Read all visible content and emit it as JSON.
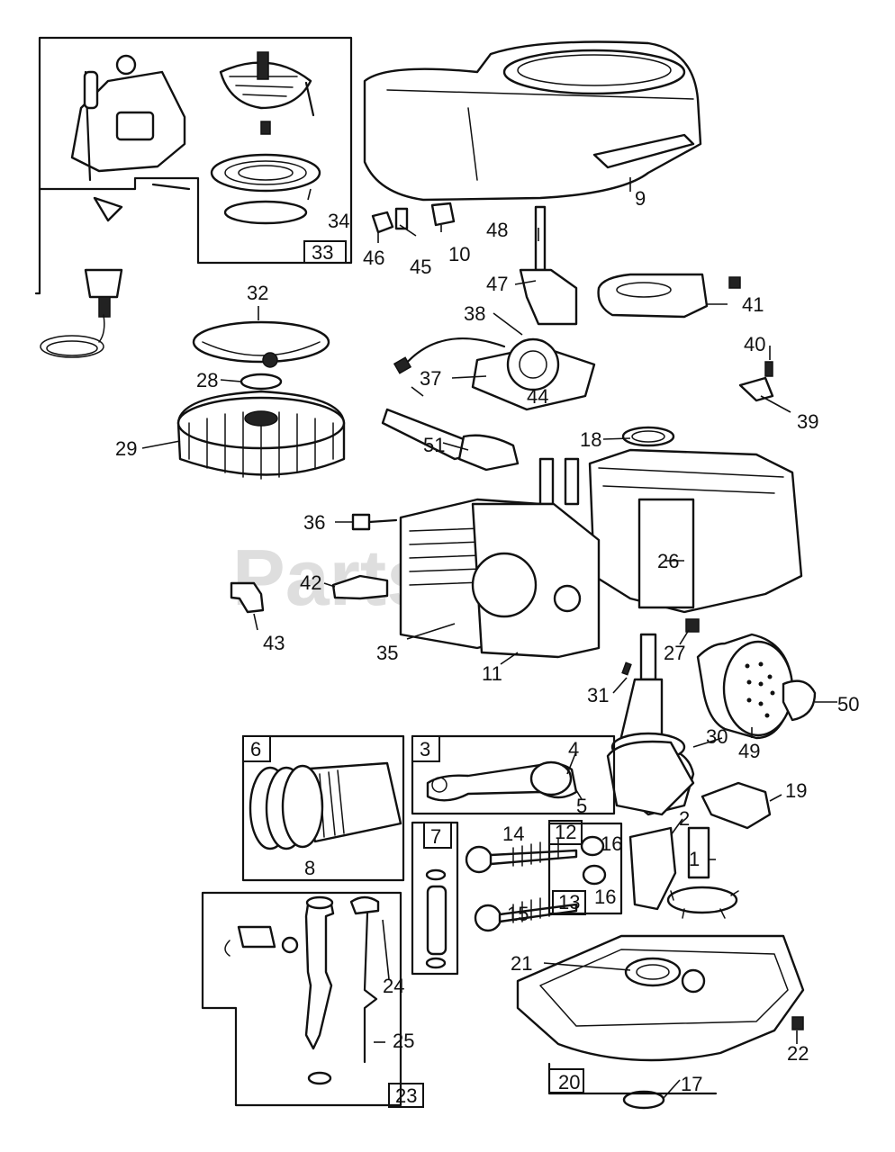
{
  "watermark": "PartsTree",
  "callouts": {
    "c1": "1",
    "c2": "2",
    "c3": "3",
    "c4": "4",
    "c5": "5",
    "c6": "6",
    "c7": "7",
    "c8": "8",
    "c9": "9",
    "c10": "10",
    "c11": "11",
    "c12": "12",
    "c13": "13",
    "c14": "14",
    "c15": "15",
    "c16a": "16",
    "c16b": "16",
    "c17": "17",
    "c18": "18",
    "c19": "19",
    "c20": "20",
    "c21": "21",
    "c22": "22",
    "c23": "23",
    "c24": "24",
    "c25": "25",
    "c26": "26",
    "c27": "27",
    "c28": "28",
    "c29": "29",
    "c30": "30",
    "c31": "31",
    "c32": "32",
    "c33": "33",
    "c34": "34",
    "c35": "35",
    "c36": "36",
    "c37": "37",
    "c38": "38",
    "c39": "39",
    "c40": "40",
    "c41": "41",
    "c42": "42",
    "c43": "43",
    "c44": "44",
    "c45": "45",
    "c46": "46",
    "c47": "47",
    "c48": "48",
    "c49": "49",
    "c50": "50",
    "c51": "51"
  }
}
